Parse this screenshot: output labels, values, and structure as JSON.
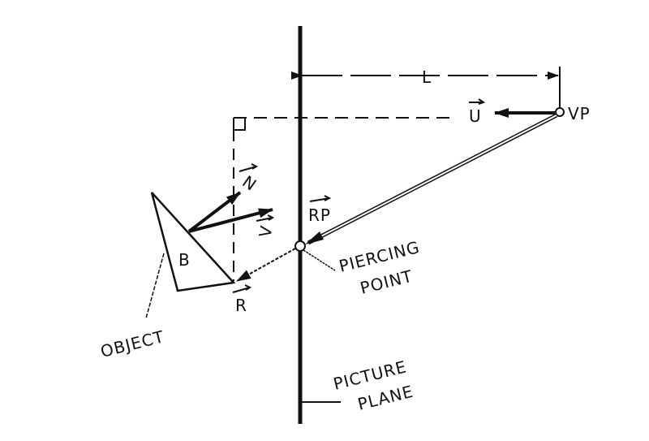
{
  "diagram": {
    "labels": {
      "length": "L",
      "up_vector": "U",
      "view_point": "VP",
      "normal_vector": "N",
      "view_vector": "V",
      "ray_vector": "RP",
      "point_vector": "R",
      "face": "B",
      "piercing_point": [
        "PIERCING",
        "POINT"
      ],
      "object": "OBJECT",
      "picture_plane": [
        "PICTURE",
        "PLANE"
      ]
    },
    "colors": {
      "ink": "#111111",
      "background": "#ffffff"
    }
  }
}
